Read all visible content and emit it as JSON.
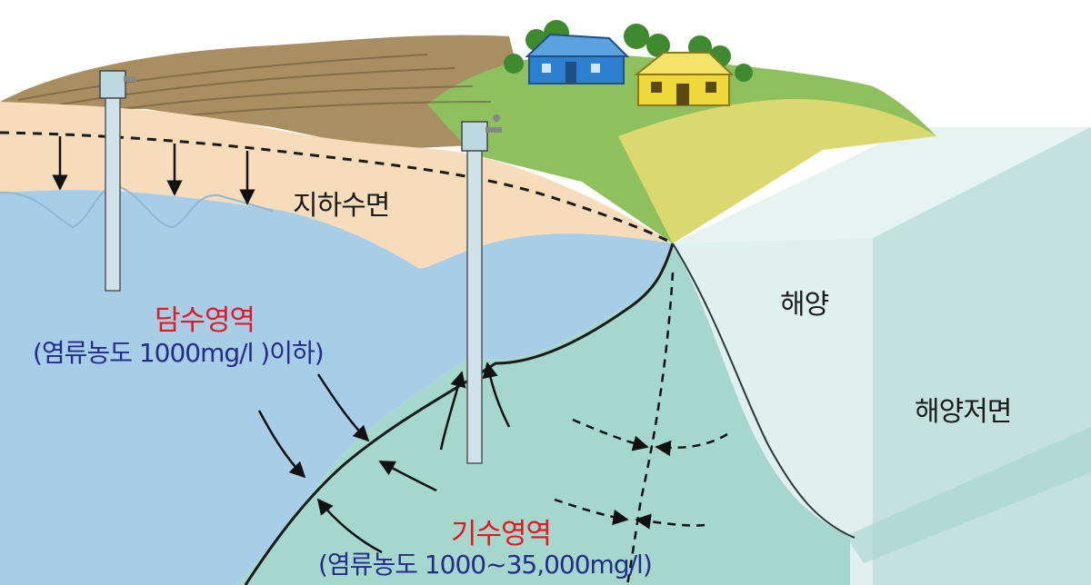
{
  "labels": {
    "water_table": "지하수면",
    "ocean": "해양",
    "seafloor": "해양저면",
    "freshwater_zone": "담수영역",
    "freshwater_note": "(염류농도 1000mg/l )이하)",
    "brackish_zone": "기수영역",
    "brackish_note": "(염류농도 1000~35,000mg/l)"
  },
  "colors": {
    "sky": "#ffffff",
    "farmland": "#a98e62",
    "grass": "#8fc05e",
    "yellow_grass": "#dcd870",
    "sand": "#f6dcba",
    "freshwater": "#a7cde7",
    "brackish": "#a6d7cc",
    "ocean_top": "#e7f3f1",
    "ocean_front": "#dff0ee",
    "ocean_side": "#bfe0dc",
    "well_pipe": "#cfe2ea",
    "house_blue": "#2d7fd0",
    "house_yellow": "#eed83a",
    "trees": "#3f8a2e",
    "accent_red": "#e01a22",
    "accent_blue": "#232c8c"
  },
  "icons": [
    "well-pump-icon",
    "house-icon",
    "tree-icon",
    "flow-arrow-icon"
  ]
}
